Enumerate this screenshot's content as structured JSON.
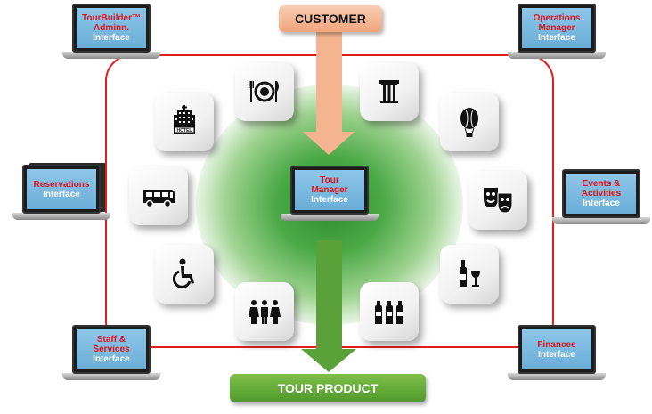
{
  "customer_label": "CUSTOMER",
  "product_label": "TOUR PRODUCT",
  "center": {
    "line1": "Tour",
    "line2": "Manager",
    "line3": "Interface"
  },
  "laptops": {
    "tourbuilder": {
      "line1": "TourBuilder™",
      "line2": "Adminn.",
      "line3": "Interface"
    },
    "operations": {
      "line1": "Operations",
      "line2": "Manager",
      "line3": "Interface"
    },
    "reservations": {
      "line1": "Reservations",
      "line2": "Interface"
    },
    "events": {
      "line1": "Events &",
      "line2": "Activities",
      "line3": "Interface"
    },
    "staff": {
      "line1": "Staff &",
      "line2": "Services",
      "line3": "Interface"
    },
    "finances": {
      "line1": "Finances",
      "line2": "Interface"
    }
  },
  "colors": {
    "ring": "#e21d1d",
    "label_red": "#e0121b",
    "customer_arrow": "#f4b48f",
    "product_arrow": "#5aa13a",
    "screen": "#7ab8e0"
  },
  "icons": [
    "hotel-icon",
    "dining-icon",
    "museum-icon",
    "hot-air-balloon-icon",
    "bus-icon",
    "theater-masks-icon",
    "wheelchair-icon",
    "wine-icon",
    "group-people-icon",
    "drinks-bottles-icon"
  ]
}
